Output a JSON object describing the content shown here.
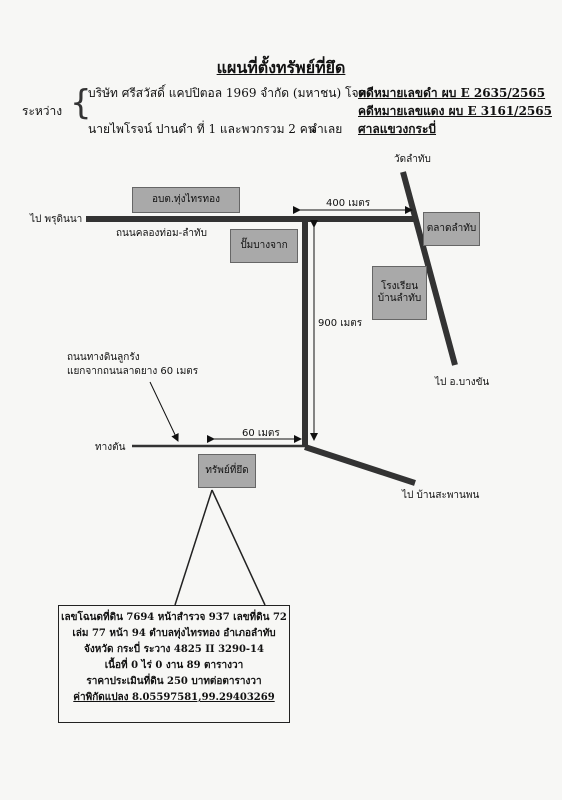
{
  "header": {
    "title": "แผนที่ตั้งทรัพย์ที่ยึด",
    "between_label": "ระหว่าง",
    "plaintiff": "บริษัท ศรีสวัสดิ์ แคปปิตอล 1969 จำกัด (มหาชน)  โจทก์",
    "defendant": "นายไพโรจน์ ปานดำ ที่ 1 และพวกรวม 2 คน",
    "defendant_role": "จำเลย",
    "black_case": "คดีหมายเลขดำ ผบ E 2635/2565",
    "red_case": "คดีหมายเลขแดง ผบ E 3161/2565",
    "court": "ศาลแขวงกระบี่"
  },
  "map": {
    "places": {
      "obt": "อบต.ทุ่งไทรทอง",
      "gas": "ปั๊มบางจาก",
      "market": "ตลาดลำทับ",
      "school_line1": "โรงเรียน",
      "school_line2": "บ้านลำทับ",
      "property": "ทรัพย์ที่ยึด"
    },
    "labels": {
      "to_phru_din_na": "ไป พรุดินนา",
      "road_name": "ถนนคลองท่อม-ลำทับ",
      "wat_lamthap": "วัดลำทับ",
      "to_ban_saphan_phon": "ไป บ้านสะพานพน",
      "to_amphoe_bang_khan": "ไป อ.บางขัน",
      "dirt_road_line1": "ถนนทางดินลูกรัง",
      "dirt_road_line2": "แยกจากถนนลาดยาง 60 เมตร",
      "dead_end": "ทางตัน"
    },
    "distances": {
      "d400": "400 เมตร",
      "d900": "900 เมตร",
      "d60": "60 เมตร"
    }
  },
  "info": {
    "line1": "เลขโฉนดที่ดิน 7694 หน้าสำรวจ 937 เลขที่ดิน 72",
    "line2": "เล่ม 77 หน้า 94  ตำบลทุ่งไทรทอง  อำเภอลำทับ",
    "line3": "จังหวัด กระบี่  ระวาง 4825  II 3290-14",
    "line4": "เนื้อที่ 0 ไร่ 0 งาน 89 ตารางวา",
    "line5": "ราคาประเมินที่ดิน 250 บาทต่อตารางวา",
    "line6": "ค่าพิกัดแปลง 8.05597581,99.29403269"
  }
}
